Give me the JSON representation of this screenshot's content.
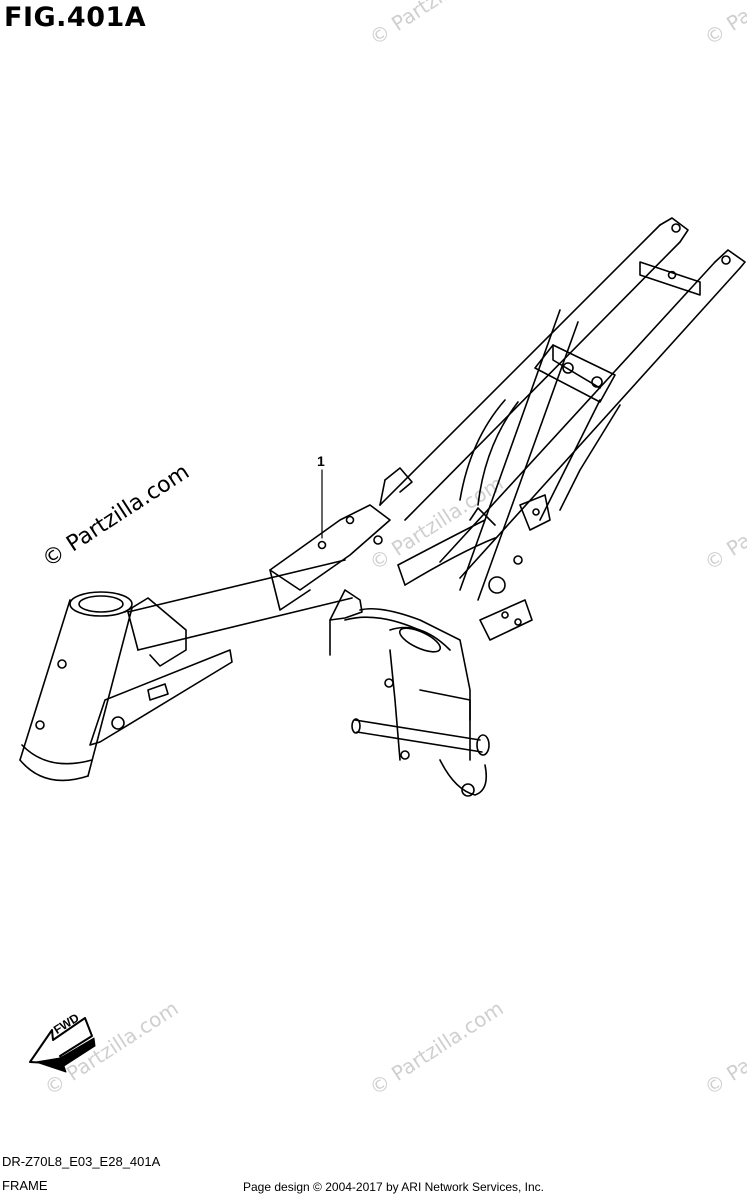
{
  "figure": {
    "title": "FIG.401A"
  },
  "callouts": [
    {
      "number": "1"
    }
  ],
  "fwd_badge": {
    "label": "FWD"
  },
  "footer": {
    "part_code": "DR-Z70L8_E03_E28_401A",
    "section": "FRAME",
    "credit": "Page design © 2004-2017 by ARI Network Services, Inc."
  },
  "watermark": {
    "text": "© Partzilla.com"
  }
}
